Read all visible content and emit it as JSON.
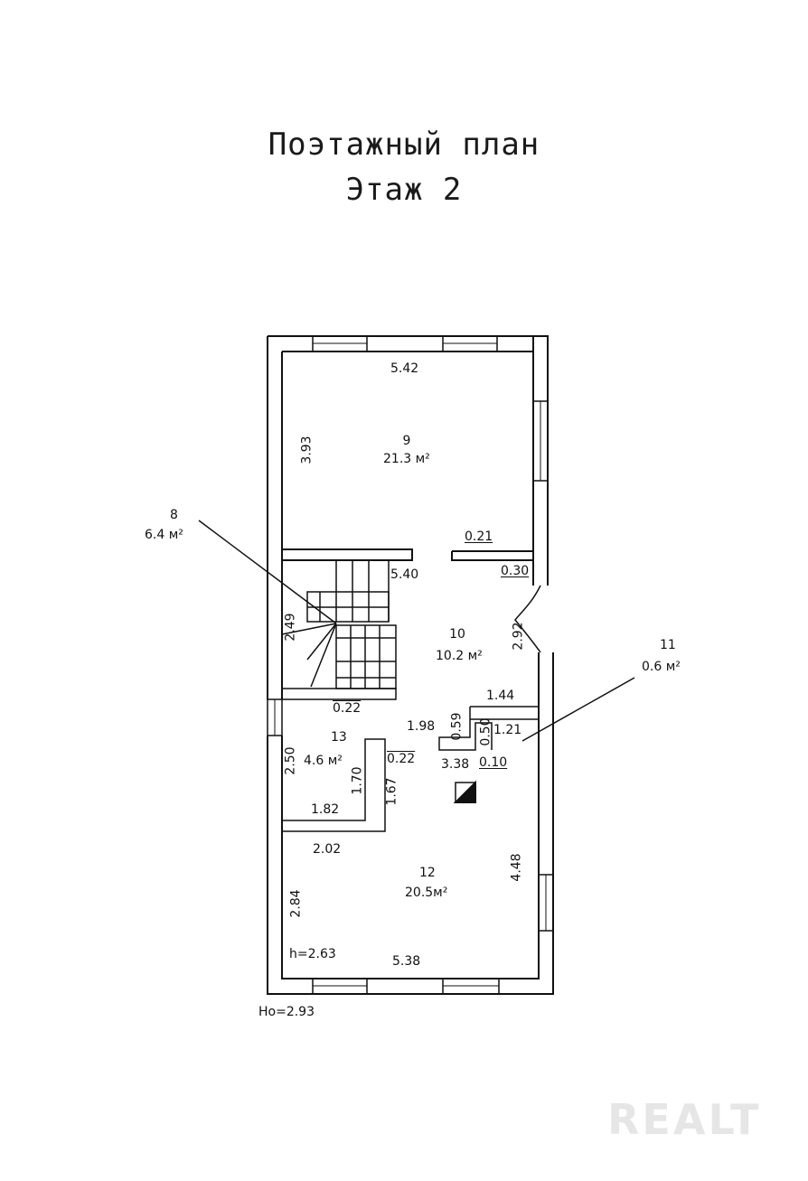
{
  "header": {
    "title": "Поэтажный план",
    "subtitle": "Этаж 2"
  },
  "rooms": [
    {
      "number": "9",
      "area": "21.3 м²"
    },
    {
      "number": "10",
      "area": "10.2 м²"
    },
    {
      "number": "8",
      "area": "6.4  м²"
    },
    {
      "number": "11",
      "area": "0.6  м²"
    },
    {
      "number": "13",
      "area": "4.6  м²"
    },
    {
      "number": "12",
      "area": "20.5м²"
    }
  ],
  "dimensions": {
    "d542": "5.42",
    "d393": "3.93",
    "d021": "0.21",
    "d030": "0.30",
    "d540": "5.40",
    "d249": "2.49",
    "d292": "2.92",
    "d022a": "0.22",
    "d144": "1.44",
    "d198": "1.98",
    "d059": "0.59",
    "d050": "0.50",
    "d121": "1.21",
    "d250": "2.50",
    "d170": "1.70",
    "d022b": "0.22",
    "d338": "3.38",
    "d010": "0.10",
    "d167": "1.67",
    "d182": "1.82",
    "d202": "2.02",
    "d448": "4.48",
    "d284": "2.84",
    "h": "h=2.63",
    "d538": "5.38",
    "ho": "Но=2.93"
  },
  "watermark": "REALT",
  "colors": {
    "ink": "#111111",
    "watermark": "#e6e6e6"
  }
}
